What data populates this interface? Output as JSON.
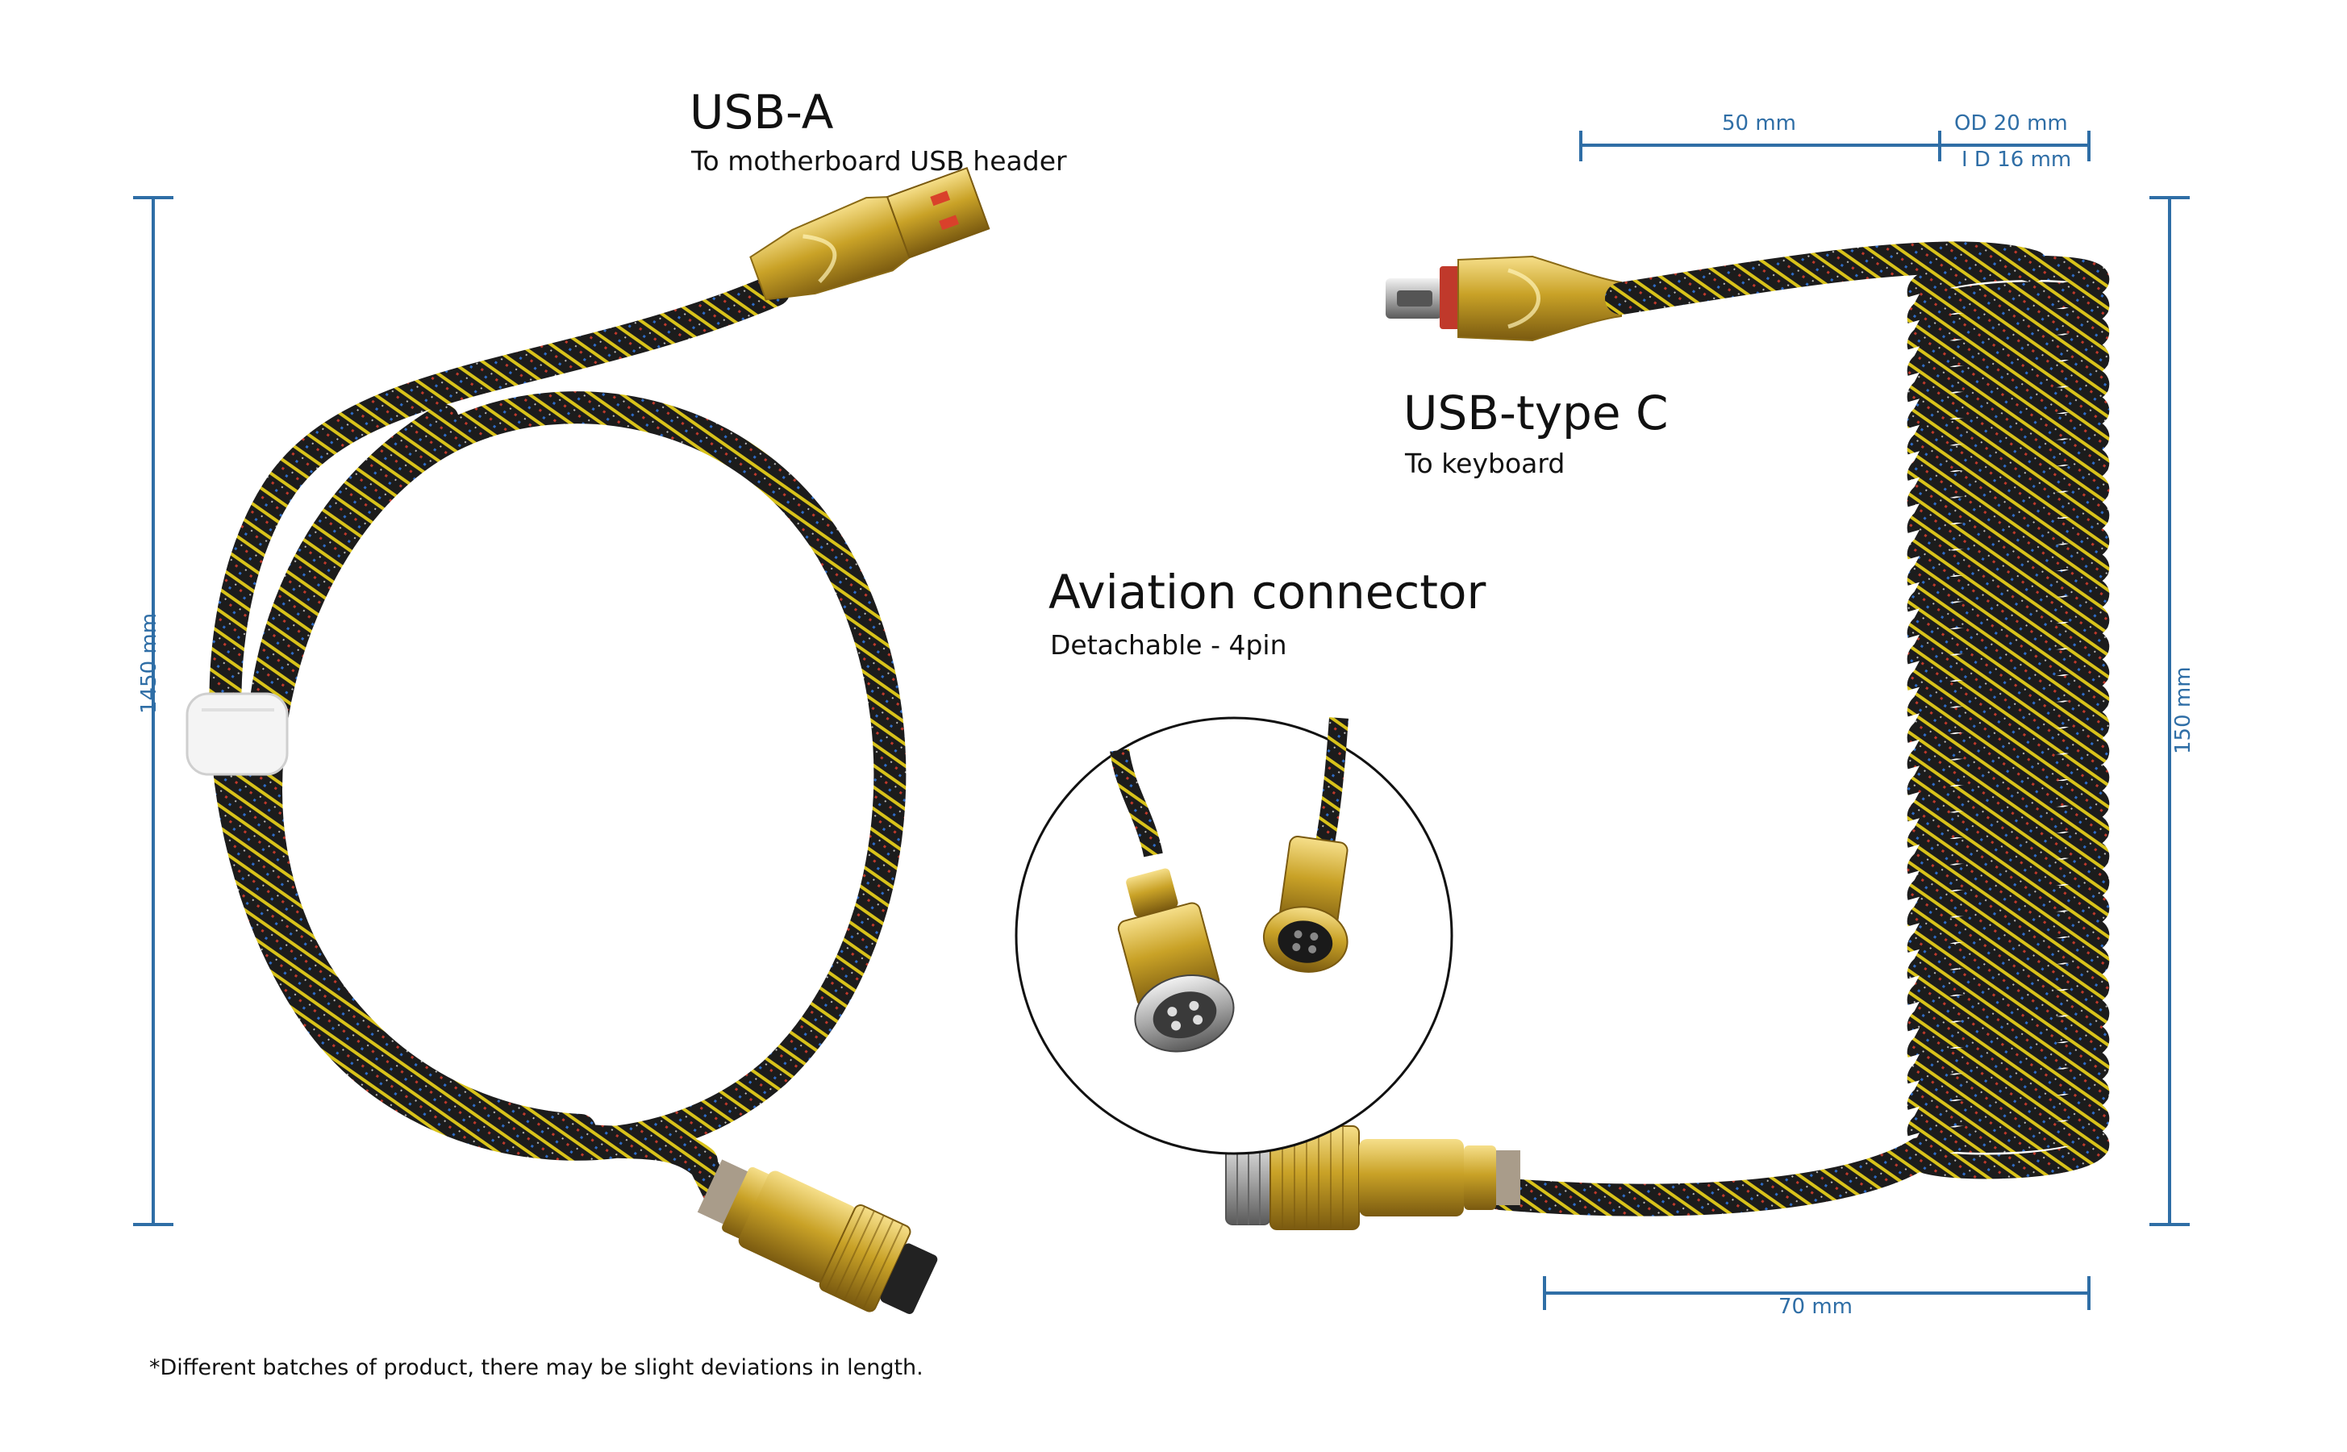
{
  "labels": {
    "usb_a": {
      "title": "USB-A",
      "subtitle": "To motherboard USB header"
    },
    "usb_c": {
      "title": "USB-type C",
      "subtitle": "To keyboard"
    },
    "aviation": {
      "title": "Aviation connector",
      "subtitle": "Detachable - 4pin"
    }
  },
  "dimensions": {
    "length_left": "1450 mm",
    "length_coil": "150 mm",
    "top_width": "50 mm",
    "outer_diameter": "OD 20 mm",
    "inner_diameter": "I D 16 mm",
    "bottom_width": "70 mm"
  },
  "footnote": "*Different batches of product, there may be slight deviations in length.",
  "colors": {
    "dimension_line": "#2f6ea6",
    "cable_braid": "#1c1c1c",
    "braid_accent": "#d8c21a",
    "gold": "#c9a227"
  },
  "icons": [
    "usb-a-plug",
    "usb-c-plug",
    "aviation-connector-male",
    "aviation-connector-female",
    "cable-tie"
  ]
}
